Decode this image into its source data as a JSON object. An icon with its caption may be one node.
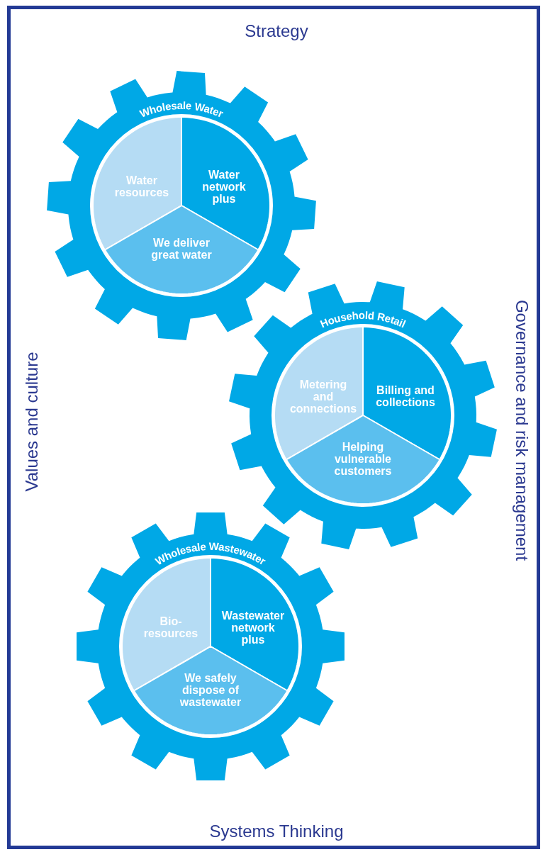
{
  "diagram": {
    "nodes": [
      {
        "text": [
          "Wholesale Water"
        ]
      },
      {
        "text": [
          "Water resources"
        ],
        "in": 0
      },
      {
        "text": [
          "Water network plus"
        ],
        "in": 0
      },
      {
        "text": [
          "We deliver great water"
        ],
        "in": 0
      },
      {
        "text": [
          "Household Retail"
        ]
      },
      {
        "text": [
          "Metering and connections"
        ],
        "in": 4
      },
      {
        "text": [
          "Billing and collections"
        ],
        "in": 4
      },
      {
        "text": [
          "Helping vulnerable customers"
        ],
        "in": 4
      },
      {
        "text": [
          "Wholesale Wastewater"
        ]
      },
      {
        "text": [
          "Bio- resources"
        ],
        "in": 8
      },
      {
        "text": [
          "Wastewater network plus"
        ],
        "in": 8
      },
      {
        "text": [
          "We safely dispose of wastewater"
        ],
        "in": 8
      }
    ],
    "labels": [
      "Strategy",
      "Values and culture",
      "Governance and risk management",
      "Systems Thinking"
    ]
  }
}
